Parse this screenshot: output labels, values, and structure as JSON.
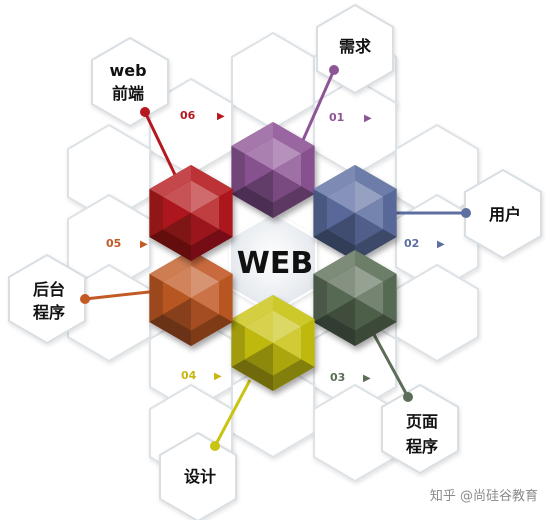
{
  "center": {
    "label": "WEB"
  },
  "segments": [
    {
      "id": "01",
      "label": "需求",
      "color": "#8e5596"
    },
    {
      "id": "02",
      "label": "用户",
      "color": "#5d6ea1"
    },
    {
      "id": "03",
      "label": "页面程序",
      "color": "#5c6e57"
    },
    {
      "id": "04",
      "label": "设计",
      "color": "#c9c312"
    },
    {
      "id": "05",
      "label": "后台程序",
      "color": "#c25a26"
    },
    {
      "id": "06",
      "label": "web前端",
      "color": "#b5191f"
    }
  ],
  "labels": {
    "top": "需求",
    "right": "用户",
    "bottom_right_1": "页面",
    "bottom_right_2": "程序",
    "bottom": "设计",
    "left_1": "后台",
    "left_2": "程序",
    "top_left_1": "web",
    "top_left_2": "前端"
  },
  "numbers": {
    "n01": "01",
    "n02": "02",
    "n03": "03",
    "n04": "04",
    "n05": "05",
    "n06": "06"
  },
  "number_colors": {
    "n01": "#8e5596",
    "n02": "#5d6ea1",
    "n03": "#5c6e57",
    "n04": "#c9b612",
    "n05": "#c25a26",
    "n06": "#b5191f"
  },
  "watermark": "知乎 @尚硅谷教育"
}
